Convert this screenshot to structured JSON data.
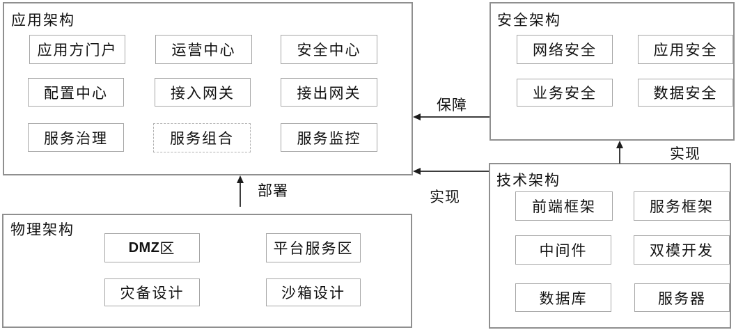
{
  "groups": {
    "application": {
      "title": "应用架构",
      "cells": [
        "应用方门户",
        "运营中心",
        "安全中心",
        "配置中心",
        "接入网关",
        "接出网关",
        "服务治理",
        "服务组合",
        "服务监控"
      ]
    },
    "security": {
      "title": "安全架构",
      "cells": [
        "网络安全",
        "应用安全",
        "业务安全",
        "数据安全"
      ]
    },
    "technology": {
      "title": "技术架构",
      "cells": [
        "前端框架",
        "服务框架",
        "中间件",
        "双模开发",
        "数据库",
        "服务器"
      ]
    },
    "physical": {
      "title": "物理架构",
      "cells": [
        {
          "latin": "DMZ",
          "cjk": "区"
        },
        "平台服务区",
        "灾备设计",
        "沙箱设计"
      ]
    }
  },
  "relations": [
    {
      "label": "保障",
      "from": "security",
      "to": "application"
    },
    {
      "label": "实现",
      "from": "technology",
      "to": "security"
    },
    {
      "label": "实现",
      "from": "technology",
      "to": "application"
    },
    {
      "label": "部署",
      "from": "physical",
      "to": "application"
    }
  ],
  "colors": {
    "background": "#ffffff",
    "group_border": "#8f8f8f",
    "cell_border": "#a5a5a5",
    "dashed_cell_border": "#b0b0b0",
    "text": "#111111",
    "arrow": "#1c1c1c"
  }
}
